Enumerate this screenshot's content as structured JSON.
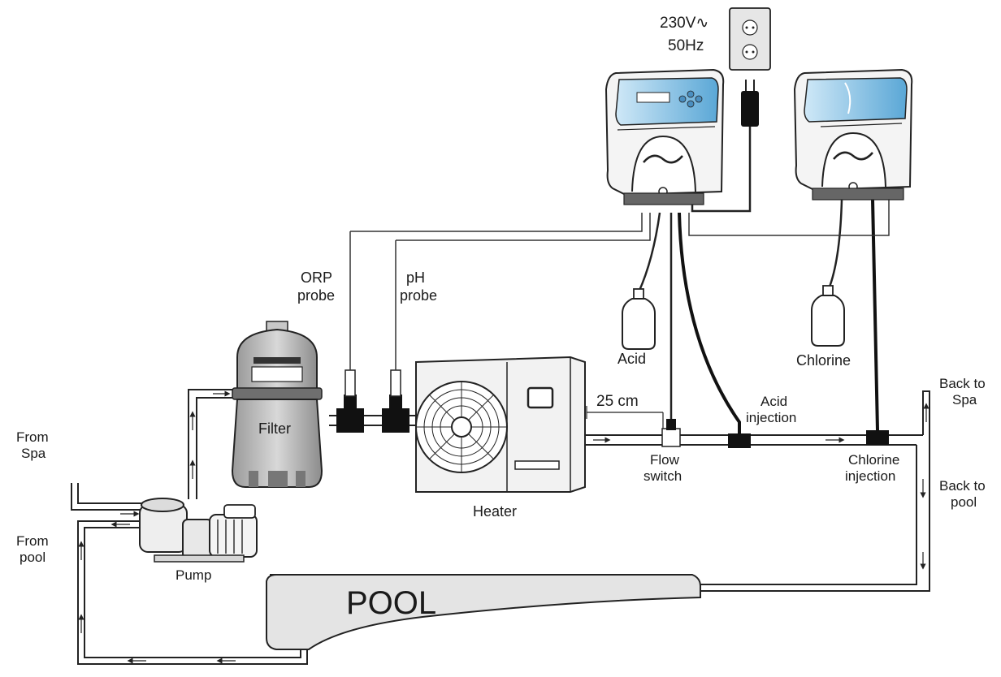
{
  "power": {
    "voltage": "230V∿",
    "frequency": "50Hz"
  },
  "labels": {
    "orp_probe_1": "ORP",
    "orp_probe_2": "probe",
    "ph_probe_1": "pH",
    "ph_probe_2": "probe",
    "acid": "Acid",
    "chlorine": "Chlorine",
    "filter": "Filter",
    "heater": "Heater",
    "pump": "Pump",
    "pool": "POOL",
    "distance": "25 cm",
    "flow_switch_1": "Flow",
    "flow_switch_2": "switch",
    "acid_injection_1": "Acid",
    "acid_injection_2": "injection",
    "chlorine_injection_1": "Chlorine",
    "chlorine_injection_2": "injection",
    "from_spa_1": "From",
    "from_spa_2": "Spa",
    "from_pool_1": "From",
    "from_pool_2": "pool",
    "back_to_spa_1": "Back to",
    "back_to_spa_2": "Spa",
    "back_to_pool_1": "Back to",
    "back_to_pool_2": "pool"
  }
}
